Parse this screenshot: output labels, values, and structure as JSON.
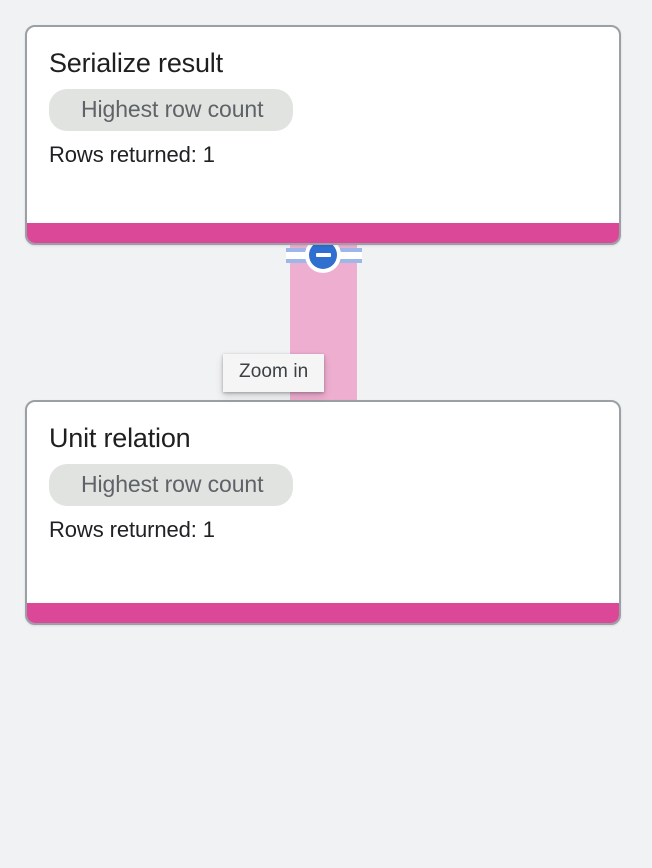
{
  "page": {
    "background_color": "#f1f2f4",
    "accent_pink": "#dc4898",
    "connector_pink": "#eeaed0",
    "toggle_blue": "#2f6fd0"
  },
  "cards": [
    {
      "title": "Serialize result",
      "chip_label": "Highest row count",
      "rows_text": "Rows returned: 1"
    },
    {
      "title": "Unit relation",
      "chip_label": "Highest row count",
      "rows_text": "Rows returned: 1"
    }
  ],
  "connector": {
    "toggle_icon": "minus-circle-icon",
    "tooltip_label": "Zoom in"
  }
}
